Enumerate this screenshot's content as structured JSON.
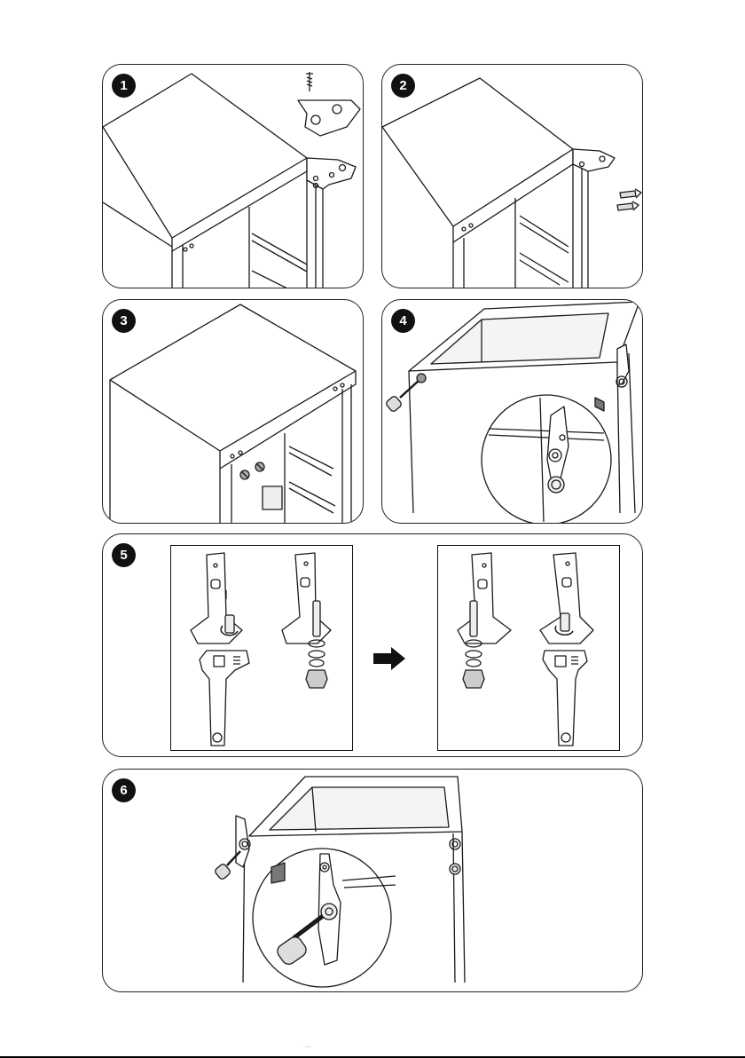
{
  "steps": [
    {
      "number": "1"
    },
    {
      "number": "2"
    },
    {
      "number": "3"
    },
    {
      "number": "4"
    },
    {
      "number": "5"
    },
    {
      "number": "6"
    }
  ],
  "footer": {
    "mark": "····"
  },
  "colors": {
    "line": "#1a1a1a",
    "shade": "#cfcfcf",
    "badge": "#111111"
  },
  "icons": [
    "screw-icon",
    "hinge-bracket-icon",
    "screwdriver-icon",
    "wrench-icon",
    "arrow-right-icon",
    "magnifier-circle-icon"
  ]
}
